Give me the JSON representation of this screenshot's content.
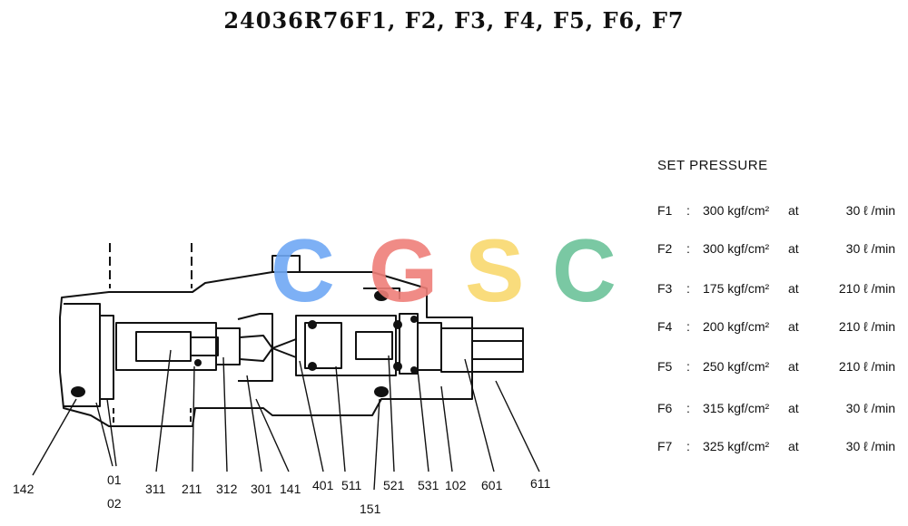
{
  "title": "24036R76F1, F2, F3, F4, F5, F6, F7",
  "watermark": {
    "letters": [
      {
        "char": "C",
        "color": "#6fa8f5"
      },
      {
        "char": "G",
        "color": "#ef7f79"
      },
      {
        "char": "S",
        "color": "#f9d96e"
      },
      {
        "char": "C",
        "color": "#6cc39a"
      }
    ]
  },
  "set_pressure": {
    "heading": "SET PRESSURE",
    "rows": [
      {
        "id": "F1",
        "colon": ":",
        "pressure": "300 kgf/cm²",
        "at": "at",
        "flow": "30 ℓ /min"
      },
      {
        "id": "F2",
        "colon": ":",
        "pressure": "300 kgf/cm²",
        "at": "at",
        "flow": "30 ℓ /min"
      },
      {
        "id": "F3",
        "colon": ":",
        "pressure": "175 kgf/cm²",
        "at": "at",
        "flow": "210 ℓ /min"
      },
      {
        "id": "F4",
        "colon": ":",
        "pressure": "200 kgf/cm²",
        "at": "at",
        "flow": "210 ℓ /min"
      },
      {
        "id": "F5",
        "colon": ":",
        "pressure": "250 kgf/cm²",
        "at": "at",
        "flow": "210 ℓ /min"
      },
      {
        "id": "F6",
        "colon": ":",
        "pressure": "315 kgf/cm²",
        "at": "at",
        "flow": "30 ℓ /min"
      },
      {
        "id": "F7",
        "colon": ":",
        "pressure": "325 kgf/cm²",
        "at": "at",
        "flow": "30 ℓ /min"
      }
    ]
  },
  "part_labels": [
    "142",
    "01",
    "02",
    "311",
    "211",
    "312",
    "301",
    "141",
    "401",
    "511",
    "151",
    "521",
    "531",
    "102",
    "601",
    "611"
  ]
}
